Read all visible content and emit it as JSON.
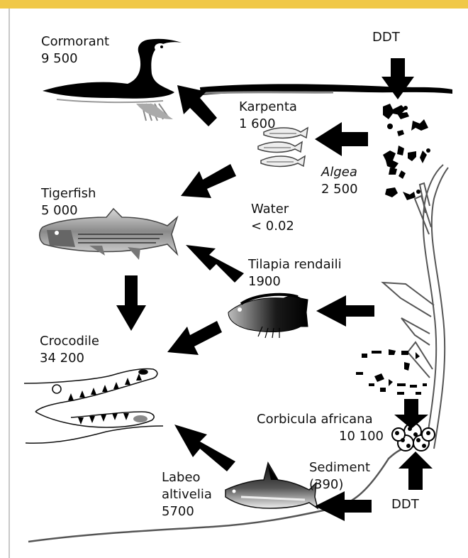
{
  "theme": {
    "top_bar_color": "#f0c848",
    "left_rule_color": "#c8c8c8",
    "arrow_color": "#000000"
  },
  "organisms": {
    "cormorant": {
      "name": "Cormorant",
      "value": "9 500"
    },
    "karpenta": {
      "name": "Karpenta",
      "value": "1 600"
    },
    "algea": {
      "name": "Algea",
      "value": "2 500"
    },
    "tigerfish": {
      "name": "Tigerfish",
      "value": "5 000"
    },
    "water": {
      "name": "Water",
      "value": "< 0.02"
    },
    "tilapia": {
      "name": "Tilapia rendaili",
      "value": "1900"
    },
    "crocodile": {
      "name": "Crocodile",
      "value": "34 200"
    },
    "corbicula": {
      "name": "Corbicula africana",
      "value": "10 100"
    },
    "sediment": {
      "name": "Sediment",
      "value": "(390)"
    },
    "labeo": {
      "name1": "Labeo",
      "name2": "altivelia",
      "value": "5700"
    }
  },
  "sources": {
    "ddt_top": "DDT",
    "ddt_bottom": "DDT"
  },
  "icons": [
    "cormorant-icon",
    "karpenta-fish-icon",
    "algae-icon",
    "tigerfish-icon",
    "tilapia-fish-icon",
    "crocodile-icon",
    "water-plant-icon",
    "clam-icon",
    "labeo-fish-icon"
  ]
}
